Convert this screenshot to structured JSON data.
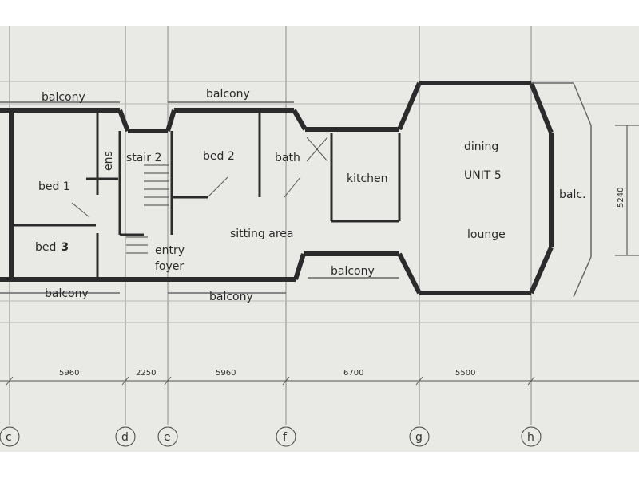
{
  "diagram": {
    "unit_label": "UNIT 5",
    "rooms": {
      "balcony_top_left": "balcony",
      "balcony_top_mid": "balcony",
      "balcony_bottom_left": "balcony",
      "balcony_bottom_mid": "balcony",
      "balcony_bottom_right": "balcony",
      "ens": "ens",
      "stair": "stair 2",
      "bed1": "bed 1",
      "bed2": "bed 2",
      "bed3_prefix": "bed",
      "bed3_num": "3",
      "bath": "bath",
      "kitchen": "kitchen",
      "dining": "dining",
      "lounge": "lounge",
      "sitting": "sitting  area",
      "entry": "entry",
      "foyer": "foyer",
      "balc": "balc."
    },
    "dimensions": {
      "spans": [
        "5960",
        "2250",
        "5960",
        "6700",
        "5500"
      ],
      "vertical": "5240"
    },
    "grid_labels": [
      "c",
      "d",
      "e",
      "f",
      "g",
      "h"
    ],
    "colors": {
      "paper": "#e9e9e6",
      "wall": "#2b2b2b",
      "line": "#555555"
    }
  }
}
